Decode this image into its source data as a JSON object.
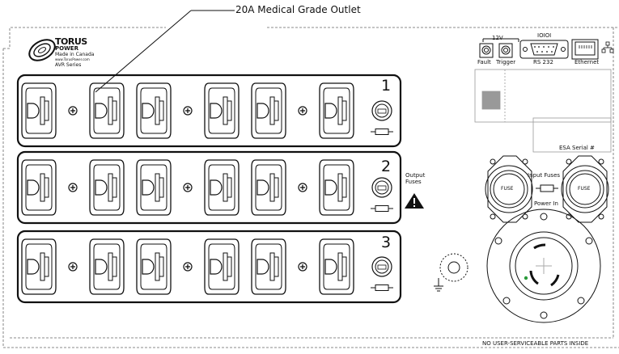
{
  "callout": {
    "outlet_label": "20A Medical Grade Outlet"
  },
  "logo": {
    "brand_line1": "TORUS",
    "brand_line2": "POWER",
    "made_in": "Made in Canada",
    "website": "www.TorusPower.com",
    "series": "AVR Series"
  },
  "io": {
    "voltage": "12V",
    "fault": "Fault",
    "trigger": "Trigger",
    "serial_top": "IOIOI",
    "rs232": "RS 232",
    "ethernet": "Ethernet"
  },
  "banks": [
    {
      "number": "1"
    },
    {
      "number": "2"
    },
    {
      "number": "3"
    }
  ],
  "output_fuses": {
    "line1": "Output",
    "line2": "Fuses"
  },
  "input": {
    "fuses_label": "Input Fuses",
    "fuse_text": "FUSE",
    "power_in": "Power In"
  },
  "serial_label": "ESA Serial #",
  "footer": {
    "notice": "NO USER-SERVICEABLE PARTS INSIDE"
  },
  "colors": {
    "line": "#111111",
    "chassis": "#666666",
    "sticker": "#999999"
  }
}
